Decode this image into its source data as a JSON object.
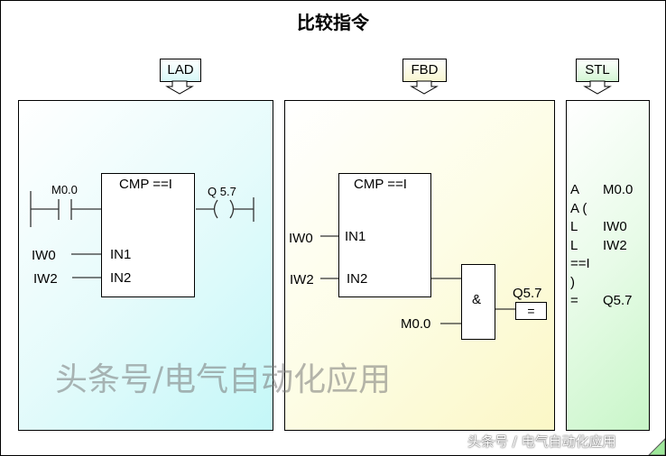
{
  "title": "比较指令",
  "tags": {
    "lad": "LAD",
    "fbd": "FBD",
    "stl": "STL"
  },
  "lad": {
    "contact": "M0.0",
    "block": "CMP ==I",
    "in1": "IN1",
    "in2": "IN2",
    "op1": "IW0",
    "op2": "IW2",
    "coil": "Q 5.7"
  },
  "fbd": {
    "block": "CMP ==I",
    "in1": "IN1",
    "in2": "IN2",
    "op1": "IW0",
    "op2": "IW2",
    "and": "&",
    "m": "M0.0",
    "out": "Q5.7",
    "assign": "="
  },
  "stl": {
    "lines": [
      [
        "A",
        "M0.0"
      ],
      [
        "A (",
        ""
      ],
      [
        "L",
        "IW0"
      ],
      [
        "L",
        "IW2"
      ],
      [
        "==I",
        ""
      ],
      [
        ")",
        ""
      ],
      [
        "=",
        "Q5.7"
      ]
    ]
  },
  "watermark": "头条号/电气自动化应用",
  "footer_watermark": "头条号 / 电气自动化应用",
  "colors": {
    "lad_bg": "#c4f7f8",
    "fbd_bg": "#fbf7c6",
    "stl_bg": "#c8f6c8"
  }
}
